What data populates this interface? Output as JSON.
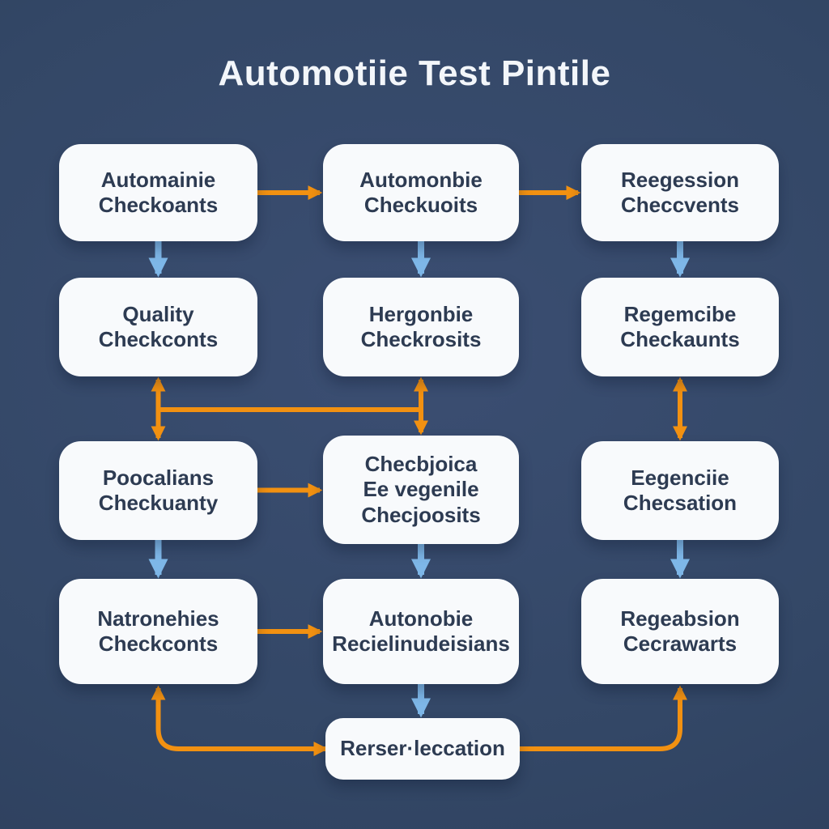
{
  "title": "Automotiie Test Pintile",
  "colors": {
    "background": "#334766",
    "background_highlight": "#3B4E72",
    "background_shadow": "#2A3B58",
    "box_fill": "#F8FAFC",
    "box_text": "#2D3B52",
    "title_text": "#F3F6FA",
    "arrow_orange": "#F29111",
    "arrow_blue": "#7EB7E8"
  },
  "diagram": {
    "nodes": [
      {
        "id": "r1c1",
        "label": "Automainie\nCheckoants"
      },
      {
        "id": "r1c2",
        "label": "Automonbie\nCheckuoits"
      },
      {
        "id": "r1c3",
        "label": "Reegession\nCheccvents"
      },
      {
        "id": "r2c1",
        "label": "Quality\nCheckconts"
      },
      {
        "id": "r2c2",
        "label": "Hergonbie\nCheckrosits"
      },
      {
        "id": "r2c3",
        "label": "Regemcibe\nCheckaunts"
      },
      {
        "id": "r3c1",
        "label": "Poocalians\nCheckuanty"
      },
      {
        "id": "r3c2",
        "label": "Checbjoica\nEe vegenile\nChecjoosits"
      },
      {
        "id": "r3c3",
        "label": "Eegenciie\nChecsation"
      },
      {
        "id": "r4c1",
        "label": "Natronehies\nCheckconts"
      },
      {
        "id": "r4c2",
        "label": "Autonobie\nRecielinudeisians"
      },
      {
        "id": "r4c3",
        "label": "Regeabsion\nCecrawarts"
      },
      {
        "id": "final",
        "label": "Rerser·leccation"
      }
    ],
    "edges": [
      {
        "from": "r1c1",
        "to": "r1c2",
        "color": "orange",
        "type": "right"
      },
      {
        "from": "r1c2",
        "to": "r1c3",
        "color": "orange",
        "type": "right"
      },
      {
        "from": "r1c1",
        "to": "r2c1",
        "color": "blue",
        "type": "down"
      },
      {
        "from": "r1c2",
        "to": "r2c2",
        "color": "blue",
        "type": "down"
      },
      {
        "from": "r1c3",
        "to": "r2c3",
        "color": "blue",
        "type": "down"
      },
      {
        "from": "r2c1",
        "to": "r3c1",
        "color": "orange",
        "type": "double-vertical"
      },
      {
        "from": "r2c2",
        "to": "r3c2",
        "color": "orange",
        "type": "double-vertical"
      },
      {
        "from": "r2c3",
        "to": "r3c3",
        "color": "orange",
        "type": "double-vertical"
      },
      {
        "from": "r2c1",
        "to": "r2c2",
        "color": "orange",
        "type": "crossbar"
      },
      {
        "from": "r3c1",
        "to": "r3c2",
        "color": "orange",
        "type": "right"
      },
      {
        "from": "r3c1",
        "to": "r4c1",
        "color": "blue",
        "type": "down"
      },
      {
        "from": "r3c2",
        "to": "r4c2",
        "color": "blue",
        "type": "down"
      },
      {
        "from": "r3c3",
        "to": "r4c3",
        "color": "blue",
        "type": "down"
      },
      {
        "from": "r4c1",
        "to": "r4c2",
        "color": "orange",
        "type": "right"
      },
      {
        "from": "r4c2",
        "to": "final",
        "color": "blue",
        "type": "down"
      },
      {
        "from": "final",
        "to": "r4c1",
        "color": "orange",
        "type": "elbow-left-double"
      },
      {
        "from": "final",
        "to": "r4c3",
        "color": "orange",
        "type": "elbow-right"
      }
    ]
  }
}
